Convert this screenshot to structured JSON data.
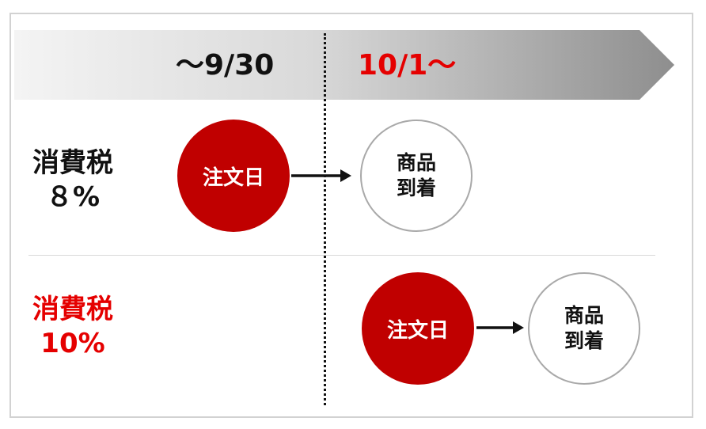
{
  "header": {
    "before_label": "～9/30",
    "after_label": "10/1～"
  },
  "rows": [
    {
      "tax_label_line1": "消費税",
      "tax_label_line2": "８%",
      "order_label": "注文日",
      "arrival_line1": "商品",
      "arrival_line2": "到着"
    },
    {
      "tax_label_line1": "消費税",
      "tax_label_line2": "10%",
      "order_label": "注文日",
      "arrival_line1": "商品",
      "arrival_line2": "到着"
    }
  ],
  "colors": {
    "accent_red": "#c00000",
    "highlight_red": "#e50000",
    "text_dark": "#111111",
    "border_gray": "#a9a9a9"
  }
}
